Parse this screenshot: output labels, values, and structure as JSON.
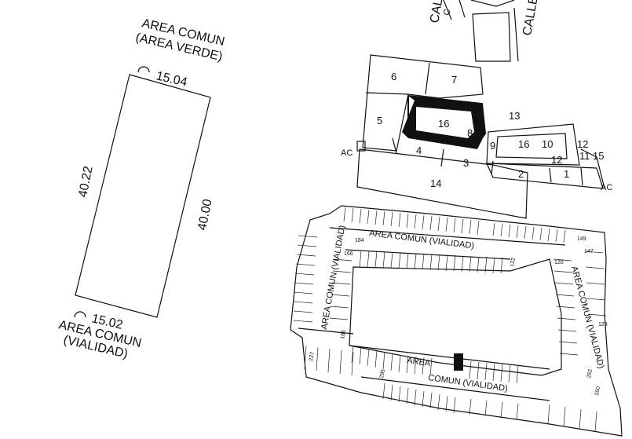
{
  "lot_plan": {
    "label_top_line1": "AREA COMUN",
    "label_top_line2": "(AREA VERDE)",
    "label_bottom_line1": "AREA COMUN",
    "label_bottom_line2": "(VIALIDAD)",
    "side_top": "15.04",
    "side_bottom": "15.02",
    "side_left": "40.22",
    "side_right": "40.00"
  },
  "site_map": {
    "street_left": "CALLE",
    "street_right": "CALLE",
    "street_fragment": "C",
    "lots": {
      "l1": "1",
      "l2": "2",
      "l3": "3",
      "l4": "4",
      "l5": "5",
      "l6": "6",
      "l7": "7",
      "l8": "8",
      "l9": "9",
      "l10": "10",
      "l11": "11",
      "l12a": "12",
      "l12b": "12",
      "l13": "13",
      "l14": "14",
      "l15": "15",
      "l16a": "16",
      "l16b": "16"
    },
    "ac_left": "AC",
    "ac_right": "AC",
    "common_top": "AREA COMUN (VIALIDAD)",
    "common_left": "AREA COMUN (VIALIDAD)",
    "common_right": "AREA COMUN (VIALIDAD)",
    "common_bottom_a": "AREA",
    "common_bottom_b": "COMUN (VIALIDAD)",
    "lot_numbers": {
      "n184": "184",
      "n166": "166",
      "n122": "122",
      "n149": "149",
      "n147": "147",
      "n120": "120",
      "n123": "123",
      "n186": "186",
      "n262": "262",
      "n260": "260",
      "n227": "227",
      "n295": "295"
    }
  }
}
